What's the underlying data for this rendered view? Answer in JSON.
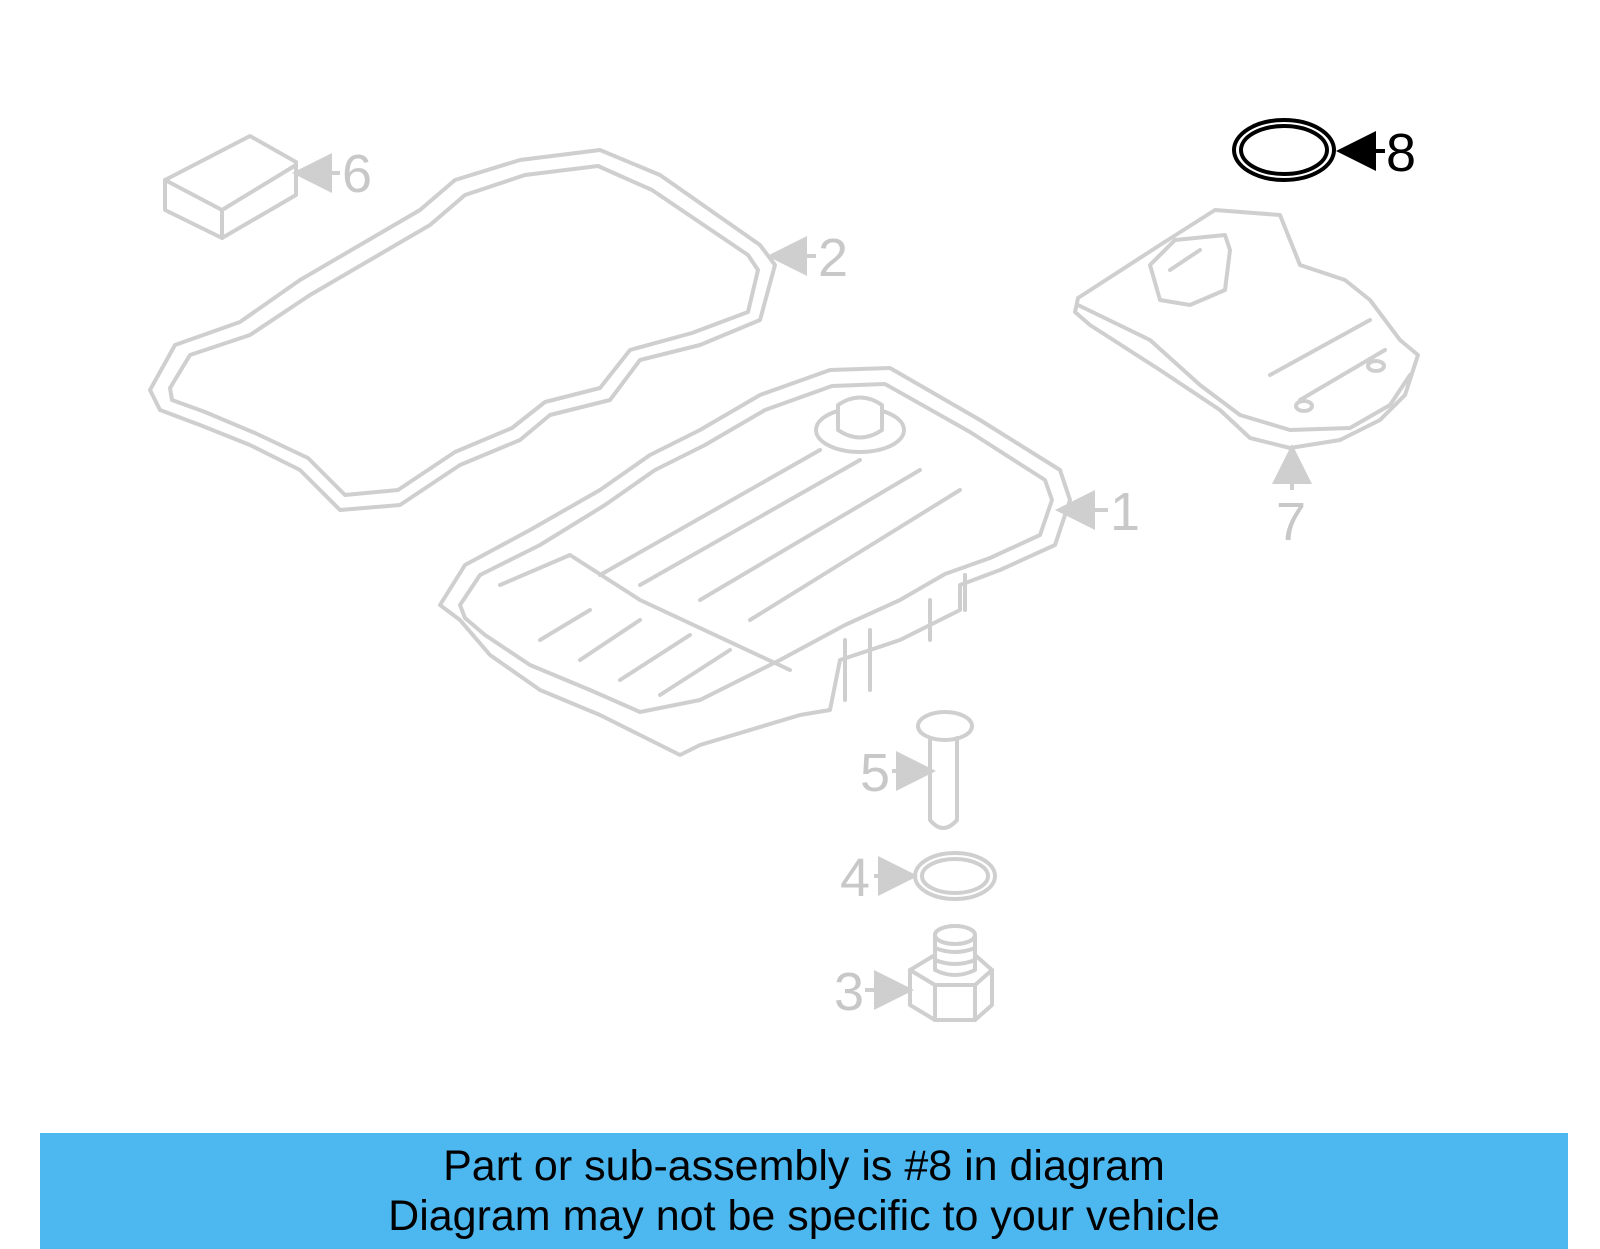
{
  "diagram": {
    "highlighted_part": "8",
    "callouts": [
      {
        "id": "1",
        "label": "1",
        "name": "oil-pan"
      },
      {
        "id": "2",
        "label": "2",
        "name": "pan-gasket"
      },
      {
        "id": "3",
        "label": "3",
        "name": "drain-plug"
      },
      {
        "id": "4",
        "label": "4",
        "name": "drain-plug-seal"
      },
      {
        "id": "5",
        "label": "5",
        "name": "fill-tube"
      },
      {
        "id": "6",
        "label": "6",
        "name": "small-block"
      },
      {
        "id": "7",
        "label": "7",
        "name": "filter"
      },
      {
        "id": "8",
        "label": "8",
        "name": "o-ring"
      }
    ],
    "colors": {
      "faded": "#cfcfcf",
      "highlight": "#000000",
      "banner": "#4db8f0"
    }
  },
  "banner": {
    "line1": "Part or sub-assembly is #8 in diagram",
    "line2": "Diagram may not be specific to your vehicle"
  }
}
